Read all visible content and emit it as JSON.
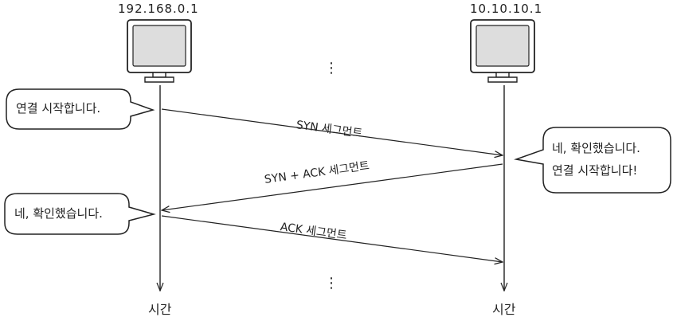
{
  "hosts": {
    "left_ip": "192.168.0.1",
    "right_ip": "10.10.10.1"
  },
  "timeline": {
    "left_time_label": "시간",
    "right_time_label": "시간"
  },
  "segments": {
    "syn": "SYN 세그먼트",
    "syn_ack": "SYN + ACK 세그먼트",
    "ack": "ACK 세그먼트"
  },
  "bubbles": {
    "left_start": "연결 시작합니다.",
    "right_line1": "네, 확인했습니다.",
    "right_line2": "연결 시작합니다!",
    "left_confirm": "네, 확인했습니다."
  },
  "ellipsis": {
    "top": "⋮",
    "bottom": "⋮"
  }
}
